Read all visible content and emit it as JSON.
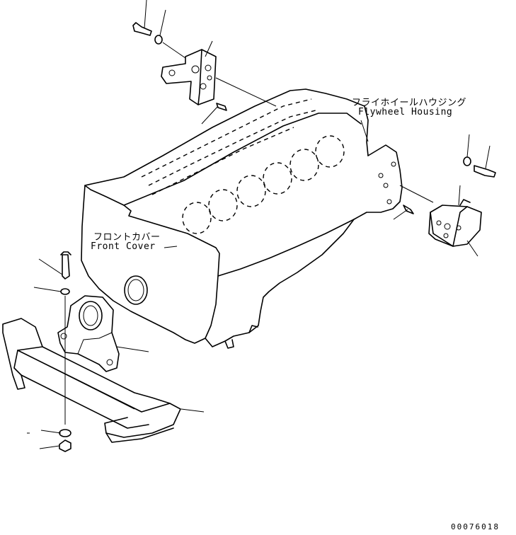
{
  "labels": {
    "flywheel_jp": "フライホイールハウジング",
    "flywheel_en": "Flywheel Housing",
    "front_jp": "フロントカバー",
    "front_en": "Front Cover",
    "drawing_no": "00076018"
  }
}
